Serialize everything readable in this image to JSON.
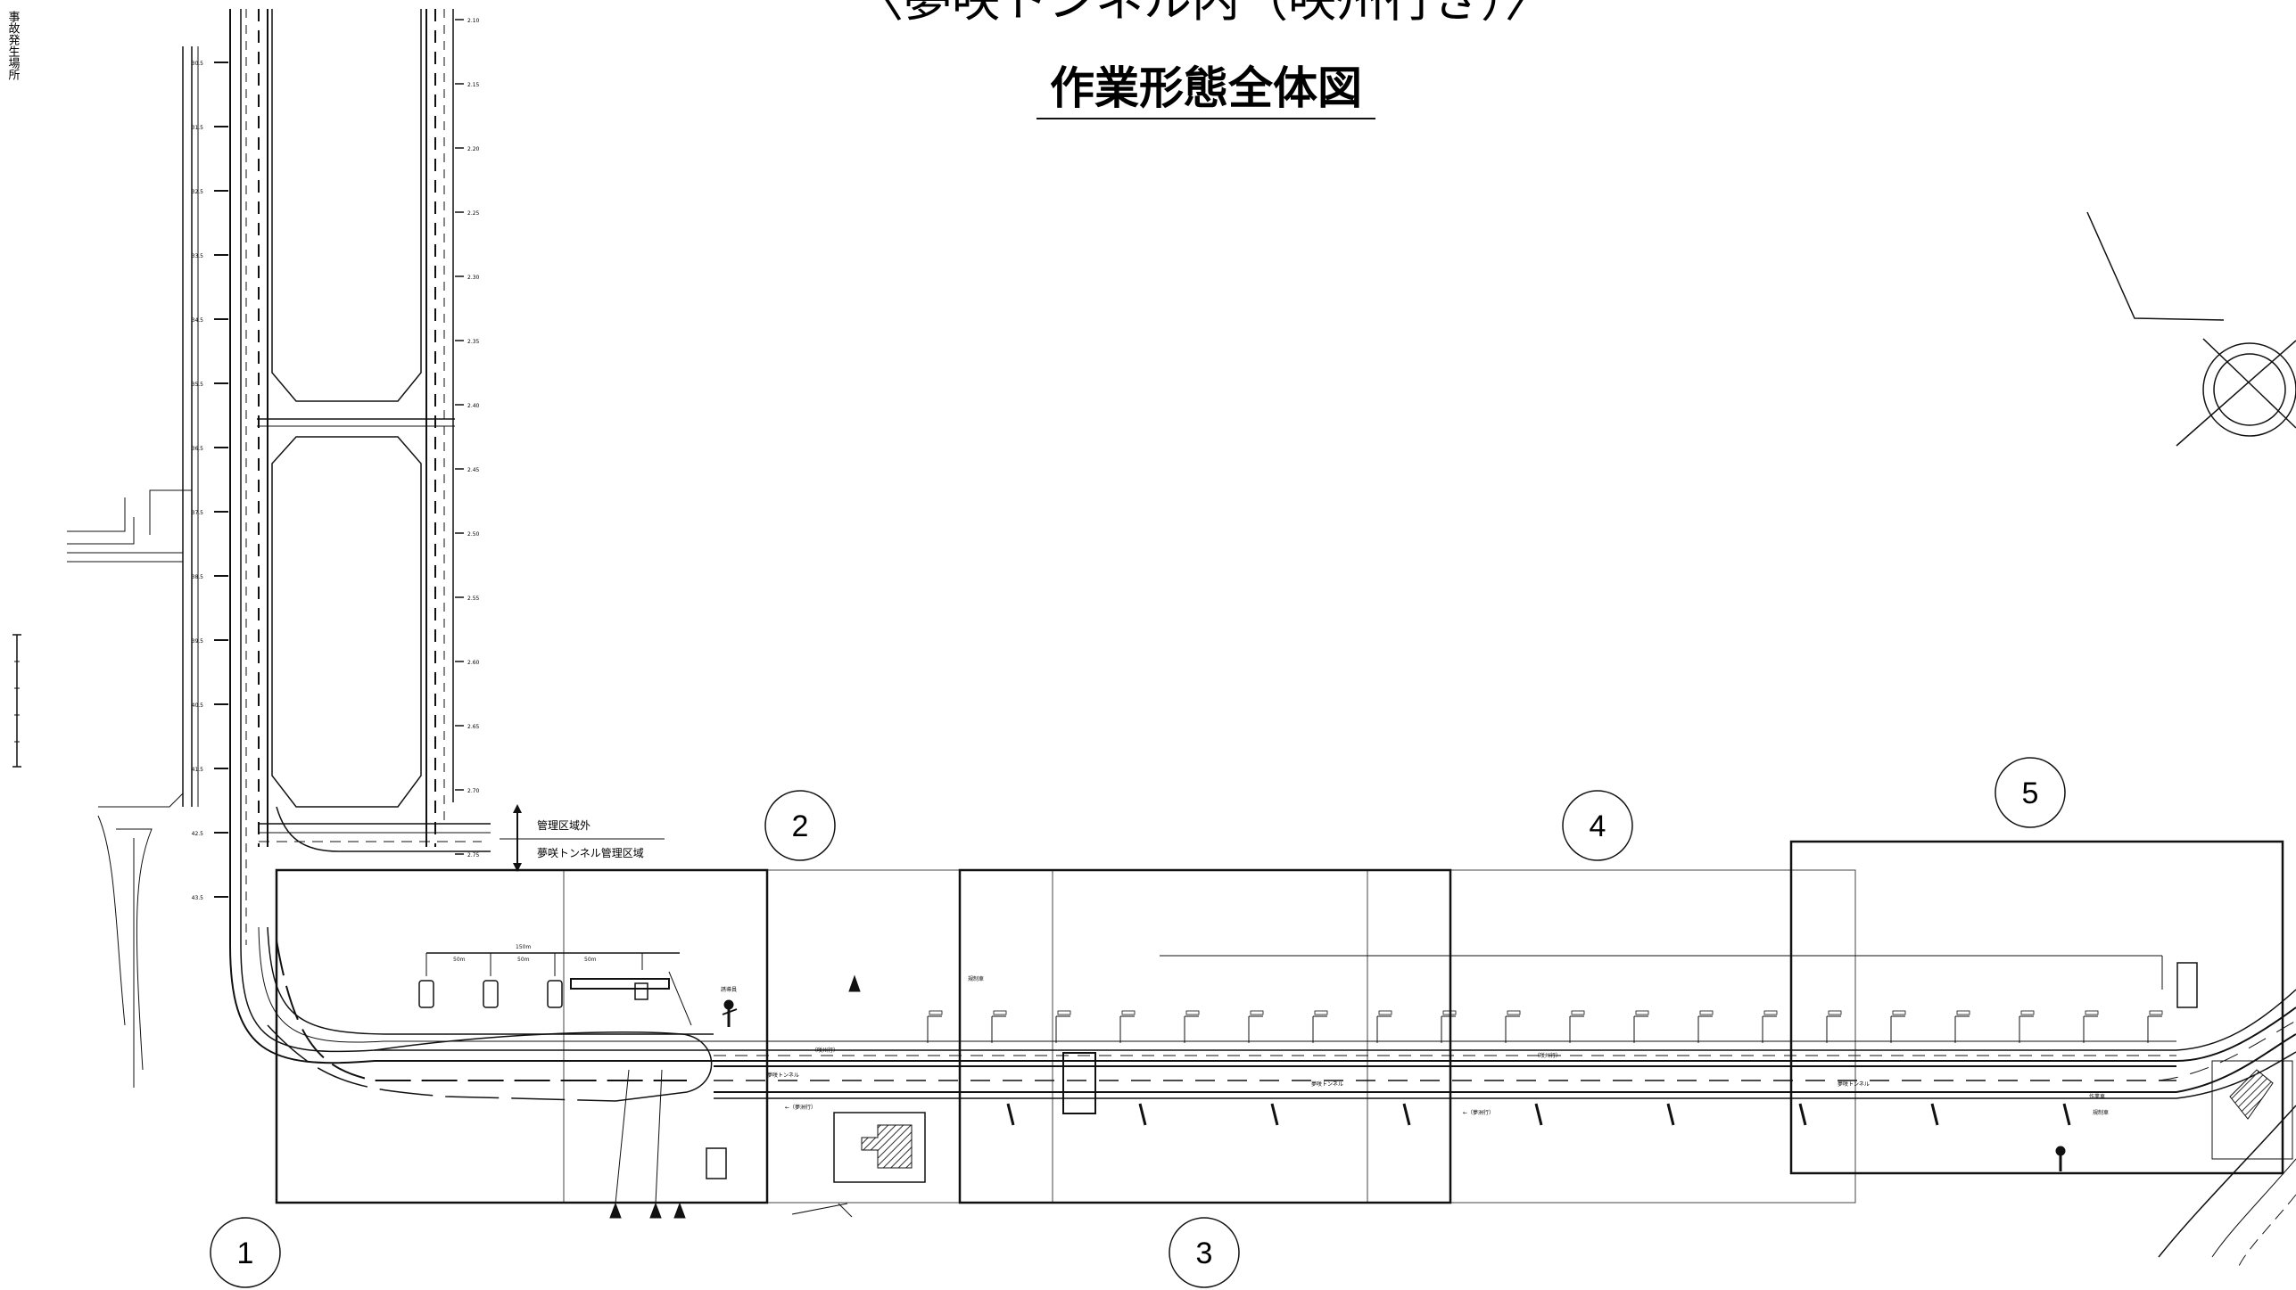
{
  "title": {
    "main": "〈夢咲トンネル内（咲州行き）〉",
    "sub": "作業形態全体図"
  },
  "side_note": "事故発生場所",
  "boundary": {
    "outside": "管理区域外",
    "inside": "夢咲トンネル管理区域"
  },
  "zones": [
    {
      "label": "1"
    },
    {
      "label": "2"
    },
    {
      "label": "3"
    },
    {
      "label": "4"
    },
    {
      "label": "5"
    }
  ],
  "road_labels": {
    "tunnel_a": "夢咲トンネル",
    "tunnel_b": "夢咲トンネル",
    "tunnel_c": "夢咲トンネル",
    "to_sakishu_1": "（咲州行）",
    "to_sakishu_2": "（咲州行）",
    "to_yumeshima_1": "←（夢洲行）",
    "to_yumeshima_2": "←（夢洲行）"
  },
  "work_labels": {
    "work_vehicle": "作業車",
    "guard": "誘導員",
    "regulation_car": "規制車",
    "dist_150": "150m",
    "dist_50a": "50m",
    "dist_50b": "50m",
    "dist_50c": "50m"
  },
  "stations_left": [
    "30.5",
    "31.5",
    "32.5",
    "33.5",
    "34.5",
    "35.5",
    "36.5",
    "37.5",
    "38.5",
    "39.5",
    "40.5",
    "41.5",
    "42.5",
    "43.5"
  ],
  "stations_right": [
    "2.10",
    "2.15",
    "2.20",
    "2.25",
    "2.30",
    "2.35",
    "2.40",
    "2.45",
    "2.50",
    "2.55",
    "2.60",
    "2.65",
    "2.70",
    "2.75"
  ],
  "colors": {
    "line": "#111111",
    "paper": "#ffffff",
    "hatch": "#333333"
  }
}
